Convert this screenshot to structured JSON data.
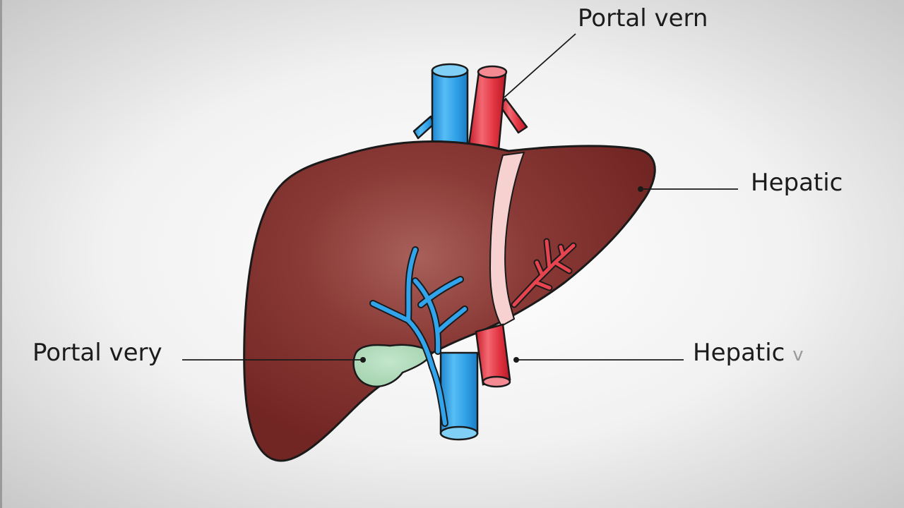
{
  "diagram": {
    "labels": {
      "top_right": "Portal vern",
      "right_upper": "Hepatic",
      "left_lower": "Portal very",
      "right_lower": "Hepatic",
      "right_lower_trailing": "v"
    },
    "colors": {
      "background_center": "#ffffff",
      "background_edge": "#c9c9c9",
      "liver": "#7c2a28",
      "liver_highlight": "#a8605a",
      "ligament": "#f7d1cf",
      "blue_vessel": "#2f9fe6",
      "red_vessel": "#e0323f",
      "gallbladder": "#a9d8b4",
      "outline": "#1a1a1a"
    }
  }
}
